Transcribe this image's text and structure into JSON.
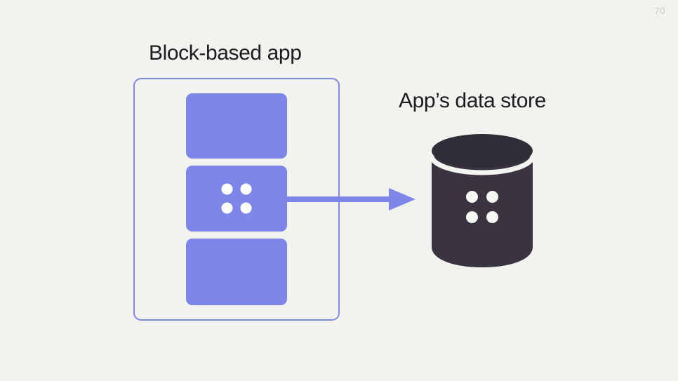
{
  "slide": {
    "page_number": "70",
    "background_color": "#f2f3ee"
  },
  "diagram": {
    "title": "Block-based app",
    "app_container": {
      "label": "Block-based app",
      "border_color": "#8289e4",
      "blocks": [
        {
          "name": "block-top",
          "has_dots": false,
          "color": "#7e86ea"
        },
        {
          "name": "block-middle",
          "has_dots": true,
          "color": "#7e86ea"
        },
        {
          "name": "block-bottom",
          "has_dots": false,
          "color": "#7e86ea"
        }
      ]
    },
    "arrow": {
      "direction": "right",
      "color": "#7e86ea",
      "from": "block-middle",
      "to": "data-store"
    },
    "data_store": {
      "label": "App’s data store",
      "shape": "cylinder",
      "color": "#393440",
      "dot_color": "#f7f7f4",
      "dot_count": 4
    }
  },
  "icons": {
    "dot_grid": "four-dot-grid-icon",
    "database": "database-cylinder-icon",
    "arrow": "arrow-right-icon"
  }
}
